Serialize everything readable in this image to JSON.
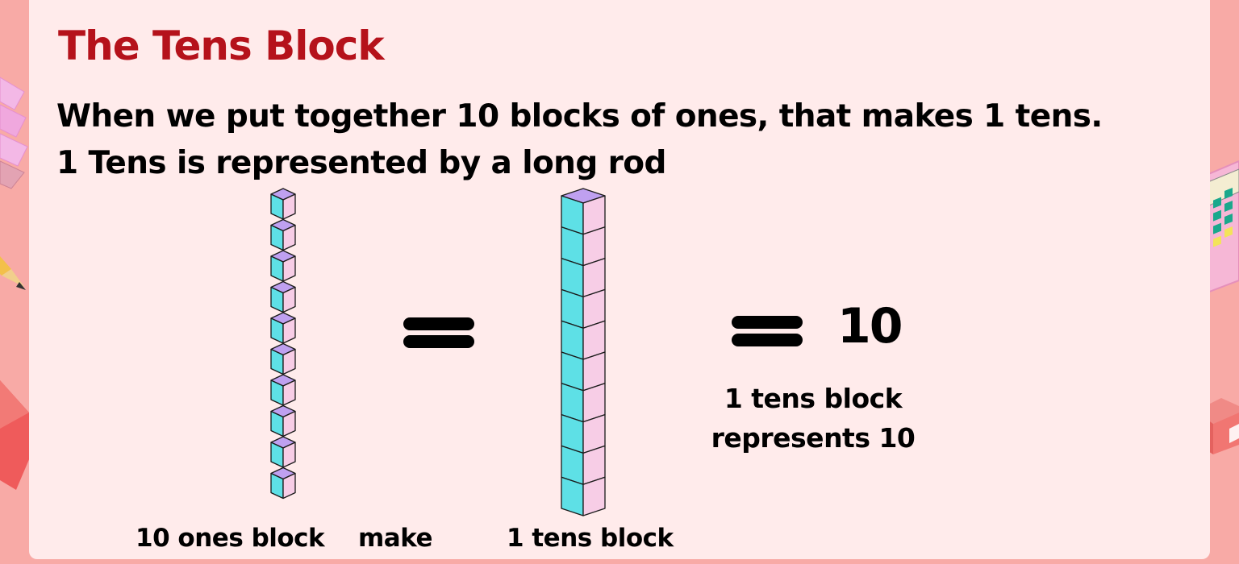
{
  "slide": {
    "title": "The Tens Block",
    "line1": "When we put together 10 blocks of ones, that makes 1 tens.",
    "line2": "1 Tens is represented by a long rod"
  },
  "figure": {
    "ones_count": 10,
    "rod_units": 10,
    "ones_caption": "10 ones block",
    "make_caption": "make",
    "tens_caption": "1 tens block",
    "equals_value": "10",
    "note_line1": "1 tens block",
    "note_line2": "represents 10"
  },
  "colors": {
    "background": "#f8aaa6",
    "card": "#ffebeb",
    "title": "#b5121b",
    "cube_front": "#5ee0e6",
    "cube_side": "#f7cde6",
    "cube_top": "#bfa0f0",
    "outline": "#1a1a1a"
  },
  "decor_icons": [
    "gem-icon",
    "pencil-icon",
    "calculator-icon",
    "cube-icon",
    "diamond-icon"
  ]
}
